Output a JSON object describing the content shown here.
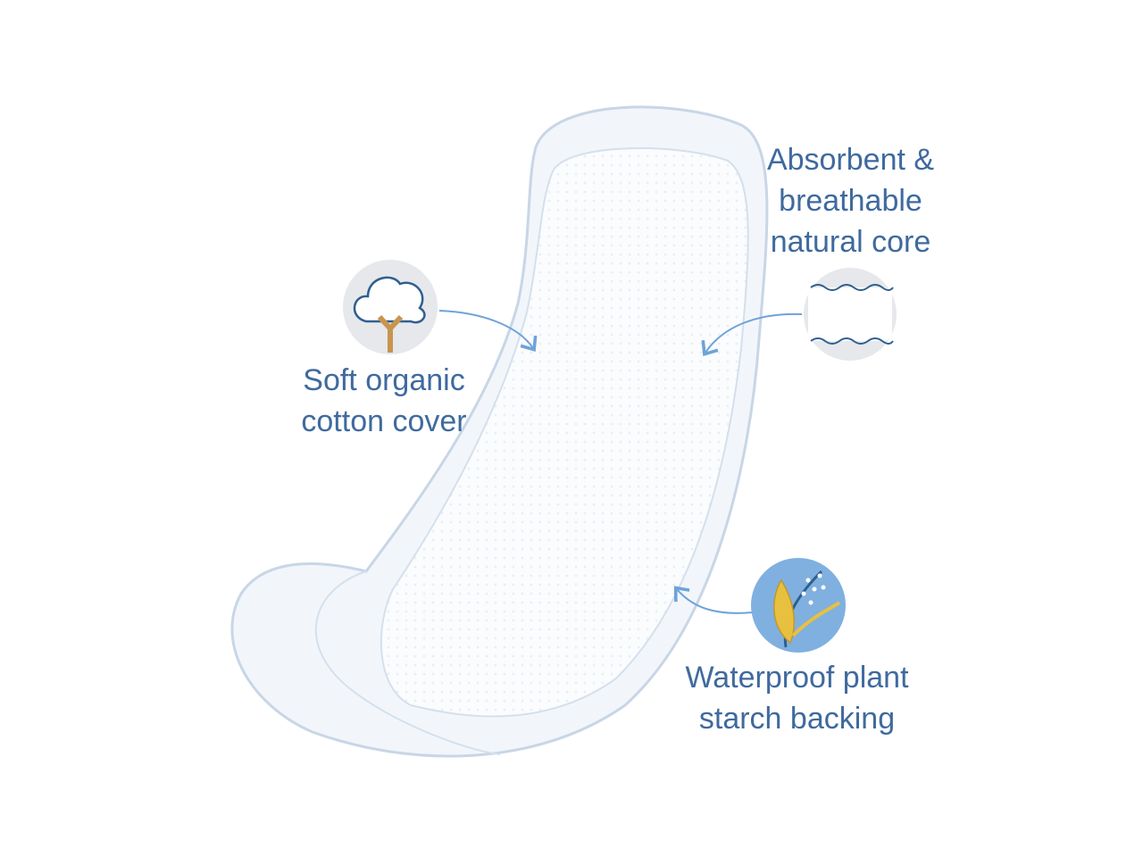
{
  "labels": {
    "cover": [
      "Soft organic",
      "cotton cover"
    ],
    "core": [
      "Absorbent &",
      "breathable",
      "natural core"
    ],
    "backing": [
      "Waterproof plant",
      "starch backing"
    ]
  },
  "icons": {
    "cover": "cotton-icon",
    "core": "fiber-icon",
    "backing": "plant-icon"
  },
  "colors": {
    "text": "#3f6a9e",
    "arrow": "#6ea3d8",
    "pad_outline": "#c8d6e6",
    "icon_bg_grey": "#e6e8ec",
    "icon_bg_blue": "#7fb0e0",
    "accent_gold": "#c8954f"
  }
}
